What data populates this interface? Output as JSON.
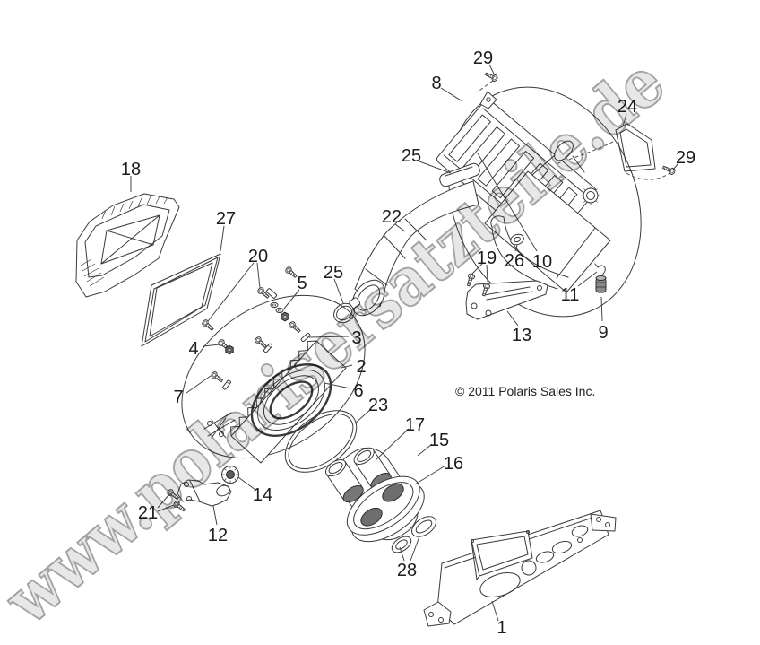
{
  "watermark": {
    "text": "www.polarisersatzteile.de"
  },
  "copyright": {
    "text": "© 2011 Polaris Sales Inc."
  },
  "callouts": {
    "c1": "1",
    "c2": "2",
    "c3": "3",
    "c4": "4",
    "c5": "5",
    "c6": "6",
    "c7": "7",
    "c8": "8",
    "c9": "9",
    "c10": "10",
    "c11": "11",
    "c12": "12",
    "c13": "13",
    "c14": "14",
    "c15": "15",
    "c16": "16",
    "c17": "17",
    "c18": "18",
    "c19": "19",
    "c20": "20",
    "c21": "21",
    "c22": "22",
    "c23": "23",
    "c24": "24",
    "c25a": "25",
    "c25b": "25",
    "c26": "26",
    "c27": "27",
    "c28": "28",
    "c29a": "29",
    "c29b": "29"
  }
}
